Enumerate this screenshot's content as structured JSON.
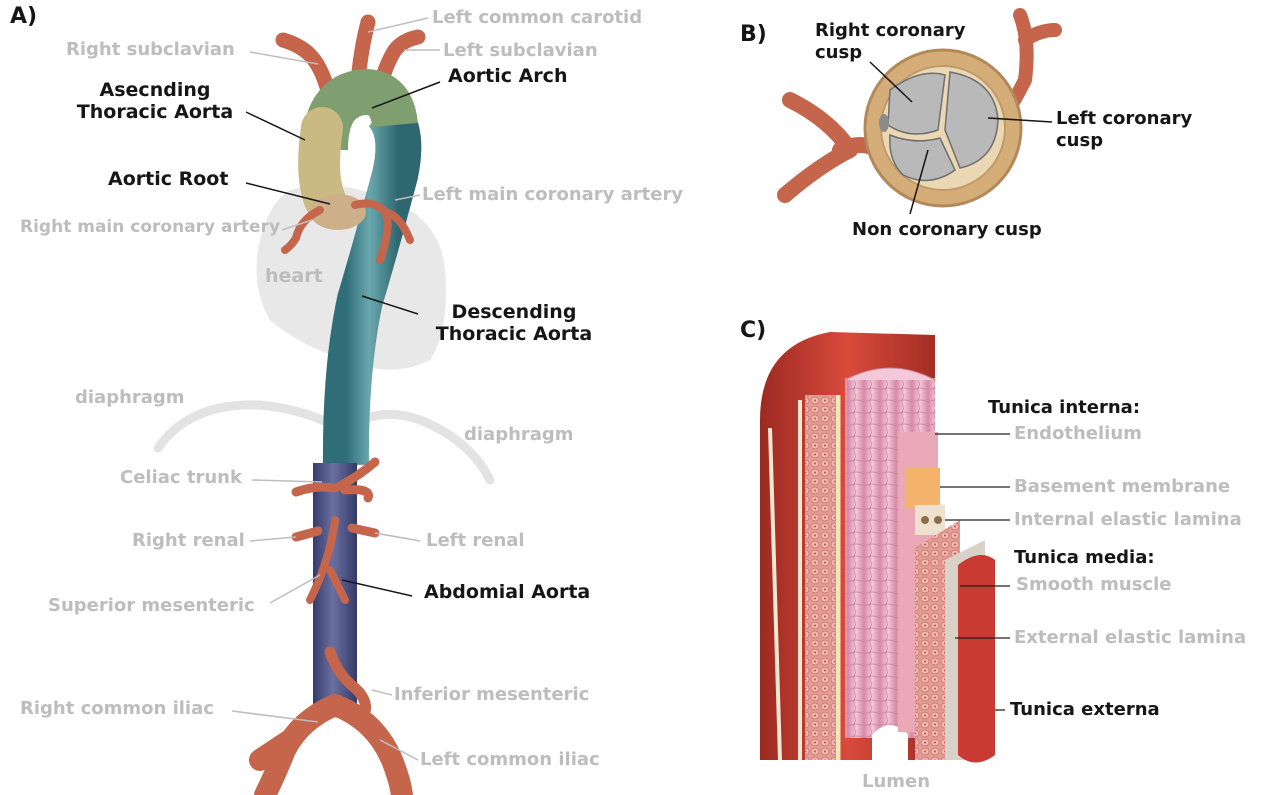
{
  "panels": {
    "a": "A)",
    "b": "B)",
    "c": "C)"
  },
  "panel_a": {
    "left_common_carotid": "Left common carotid",
    "right_subclavian": "Right subclavian",
    "left_subclavian": "Left subclavian",
    "ascending_aorta_line1": "Asecnding",
    "ascending_aorta_line2": "Thoracic Aorta",
    "aortic_arch": "Aortic Arch",
    "aortic_root": "Aortic Root",
    "left_main_coronary": "Left main coronary artery",
    "right_main_coronary": "Right main coronary artery",
    "heart": "heart",
    "descending_line1": "Descending",
    "descending_line2": "Thoracic Aorta",
    "diaphragm_left": "diaphragm",
    "diaphragm_right": "diaphragm",
    "celiac_trunk": "Celiac trunk",
    "right_renal": "Right renal",
    "left_renal": "Left renal",
    "superior_mesenteric": "Superior mesenteric",
    "abdominal_aorta": "Abdomial Aorta",
    "inferior_mesenteric": "Inferior mesenteric",
    "right_common_iliac": "Right common iliac",
    "left_common_iliac": "Left common iliac"
  },
  "panel_b": {
    "right_coronary_line1": "Right coronary",
    "right_coronary_line2": "cusp",
    "left_coronary_line1": "Left coronary",
    "left_coronary_line2": "cusp",
    "non_coronary": "Non coronary cusp"
  },
  "panel_c": {
    "tunica_interna": "Tunica interna:",
    "endothelium": "Endothelium",
    "basement_membrane": "Basement membrane",
    "internal_elastic_lamina": "Internal elastic lamina",
    "tunica_media": "Tunica media:",
    "smooth_muscle": "Smooth muscle",
    "external_elastic_lamina": "External elastic lamina",
    "tunica_externa": "Tunica externa",
    "lumen": "Lumen"
  },
  "colors": {
    "aorta_thoracic": "#4e8c94",
    "aorta_abdominal": "#4d5587",
    "ascending": "#c9b780",
    "arch": "#7d9e6e",
    "artery": "#c96a52",
    "heart_shadow": "#e6e6e6",
    "label_dark": "#161616",
    "label_gray": "#bdbdbd"
  }
}
